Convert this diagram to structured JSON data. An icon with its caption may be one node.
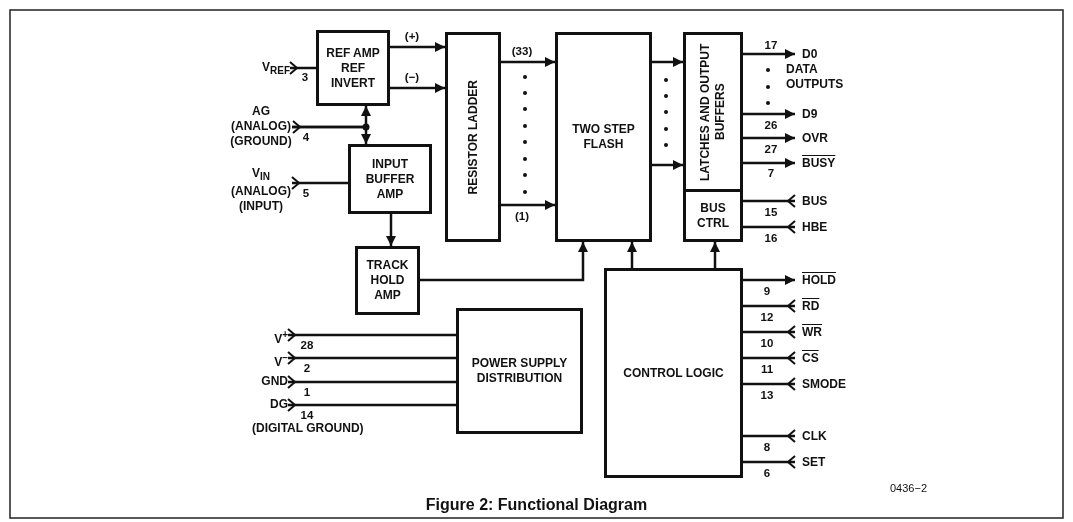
{
  "diagram": {
    "title": "Figure 2: Functional Diagram",
    "nodes": [
      {
        "text": [
          "REF AMP REF INVERT"
        ]
      },
      {
        "text": [
          "INPUT BUFFER AMP"
        ]
      },
      {
        "text": [
          "TRACK HOLD AMP"
        ]
      },
      {
        "text": [
          "RESISTOR LADDER"
        ]
      },
      {
        "text": [
          "TWO STEP FLASH"
        ]
      },
      {
        "text": [
          "LATCHES AND OUTPUT BUFFERS"
        ]
      },
      {
        "text": [
          "BUS CTRL"
        ]
      },
      {
        "text": [
          "CONTROL LOGIC"
        ]
      },
      {
        "text": [
          "POWER SUPPLY DISTRIBUTION"
        ]
      },
      {
        "text": [
          "V$_{REF}$"
        ]
      },
      {
        "text": [
          "AG (ANALOG) (GROUND)"
        ]
      },
      {
        "text": [
          "V$_{IN}$ (ANALOG) (INPUT)"
        ]
      },
      {
        "text": [
          "V$^{+}$"
        ]
      },
      {
        "text": [
          "V$^{−}$"
        ]
      },
      {
        "text": [
          "GND"
        ]
      },
      {
        "text": [
          "DG"
        ],
        "beside": [
          "(DIGITAL GROUND)"
        ]
      },
      {
        "text": [
          "D0"
        ]
      },
      {
        "text": [
          "D9"
        ]
      },
      {
        "text": [
          "OVR"
        ]
      },
      {
        "text": [
          "BUSY"
        ]
      },
      {
        "text": [
          "BUS"
        ]
      },
      {
        "text": [
          "HBE"
        ]
      },
      {
        "text": [
          "HOLD"
        ]
      },
      {
        "text": [
          "RD"
        ]
      },
      {
        "text": [
          "WR"
        ]
      },
      {
        "text": [
          "CS"
        ]
      },
      {
        "text": [
          "SMODE"
        ]
      },
      {
        "text": [
          "CLK"
        ]
      },
      {
        "text": [
          "SET"
        ]
      }
    ],
    "edges": [
      {
        "from": 9,
        "to": 0,
        "arrow": "other",
        "label": "3"
      },
      {
        "from": 10,
        "to": 0,
        "arrow": "to",
        "label": "4"
      },
      {
        "from": 10,
        "to": 1,
        "arrow": "to"
      },
      {
        "from": 11,
        "to": 1,
        "arrow": "other",
        "label": "5"
      },
      {
        "from": 1,
        "to": 2,
        "arrow": "to"
      },
      {
        "from": 0,
        "to": 3,
        "arrow": "to",
        "label": "(+)"
      },
      {
        "from": 0,
        "to": 3,
        "arrow": "to",
        "label": "(−)"
      },
      {
        "from": 3,
        "to": 4,
        "arrow": "to",
        "label": "(33)"
      },
      {
        "from": 3,
        "to": 4,
        "arrow": "to",
        "label": "(1)"
      },
      {
        "from": 2,
        "to": 4,
        "arrow": "to"
      },
      {
        "from": 4,
        "to": 5,
        "arrow": "to"
      },
      {
        "from": 4,
        "to": 5,
        "arrow": "to"
      },
      {
        "from": 7,
        "to": 4,
        "arrow": "to"
      },
      {
        "from": 7,
        "to": 6,
        "arrow": "to"
      },
      {
        "from": 5,
        "to": 16,
        "arrow": "to",
        "label": "17"
      },
      {
        "from": 5,
        "to": 17,
        "arrow": "to",
        "label": "26"
      },
      {
        "from": 5,
        "to": 18,
        "arrow": "to",
        "label": "27"
      },
      {
        "from": 5,
        "to": 19,
        "arrow": "to",
        "label": "7"
      },
      {
        "from": 20,
        "to": 6,
        "arrow": "other",
        "label": "15"
      },
      {
        "from": 21,
        "to": 6,
        "arrow": "other",
        "label": "16"
      },
      {
        "from": 7,
        "to": 22,
        "arrow": "to",
        "label": "9"
      },
      {
        "from": 23,
        "to": 7,
        "arrow": "other",
        "label": "12"
      },
      {
        "from": 24,
        "to": 7,
        "arrow": "other",
        "label": "10"
      },
      {
        "from": 25,
        "to": 7,
        "arrow": "other",
        "label": "11"
      },
      {
        "from": 26,
        "to": 7,
        "arrow": "other",
        "label": "13"
      },
      {
        "from": 27,
        "to": 7,
        "arrow": "other",
        "label": "8"
      },
      {
        "from": 28,
        "to": 7,
        "arrow": "other",
        "label": "6"
      },
      {
        "from": 12,
        "to": 8,
        "arrow": "other",
        "label": "28"
      },
      {
        "from": 13,
        "to": 8,
        "arrow": "other",
        "label": "2"
      },
      {
        "from": 14,
        "to": 8,
        "arrow": "other",
        "label": "1"
      },
      {
        "from": 15,
        "to": 8,
        "arrow": "other",
        "label": "14"
      }
    ],
    "labels": [
      "DATA OUTPUTS",
      "0436−2"
    ]
  }
}
